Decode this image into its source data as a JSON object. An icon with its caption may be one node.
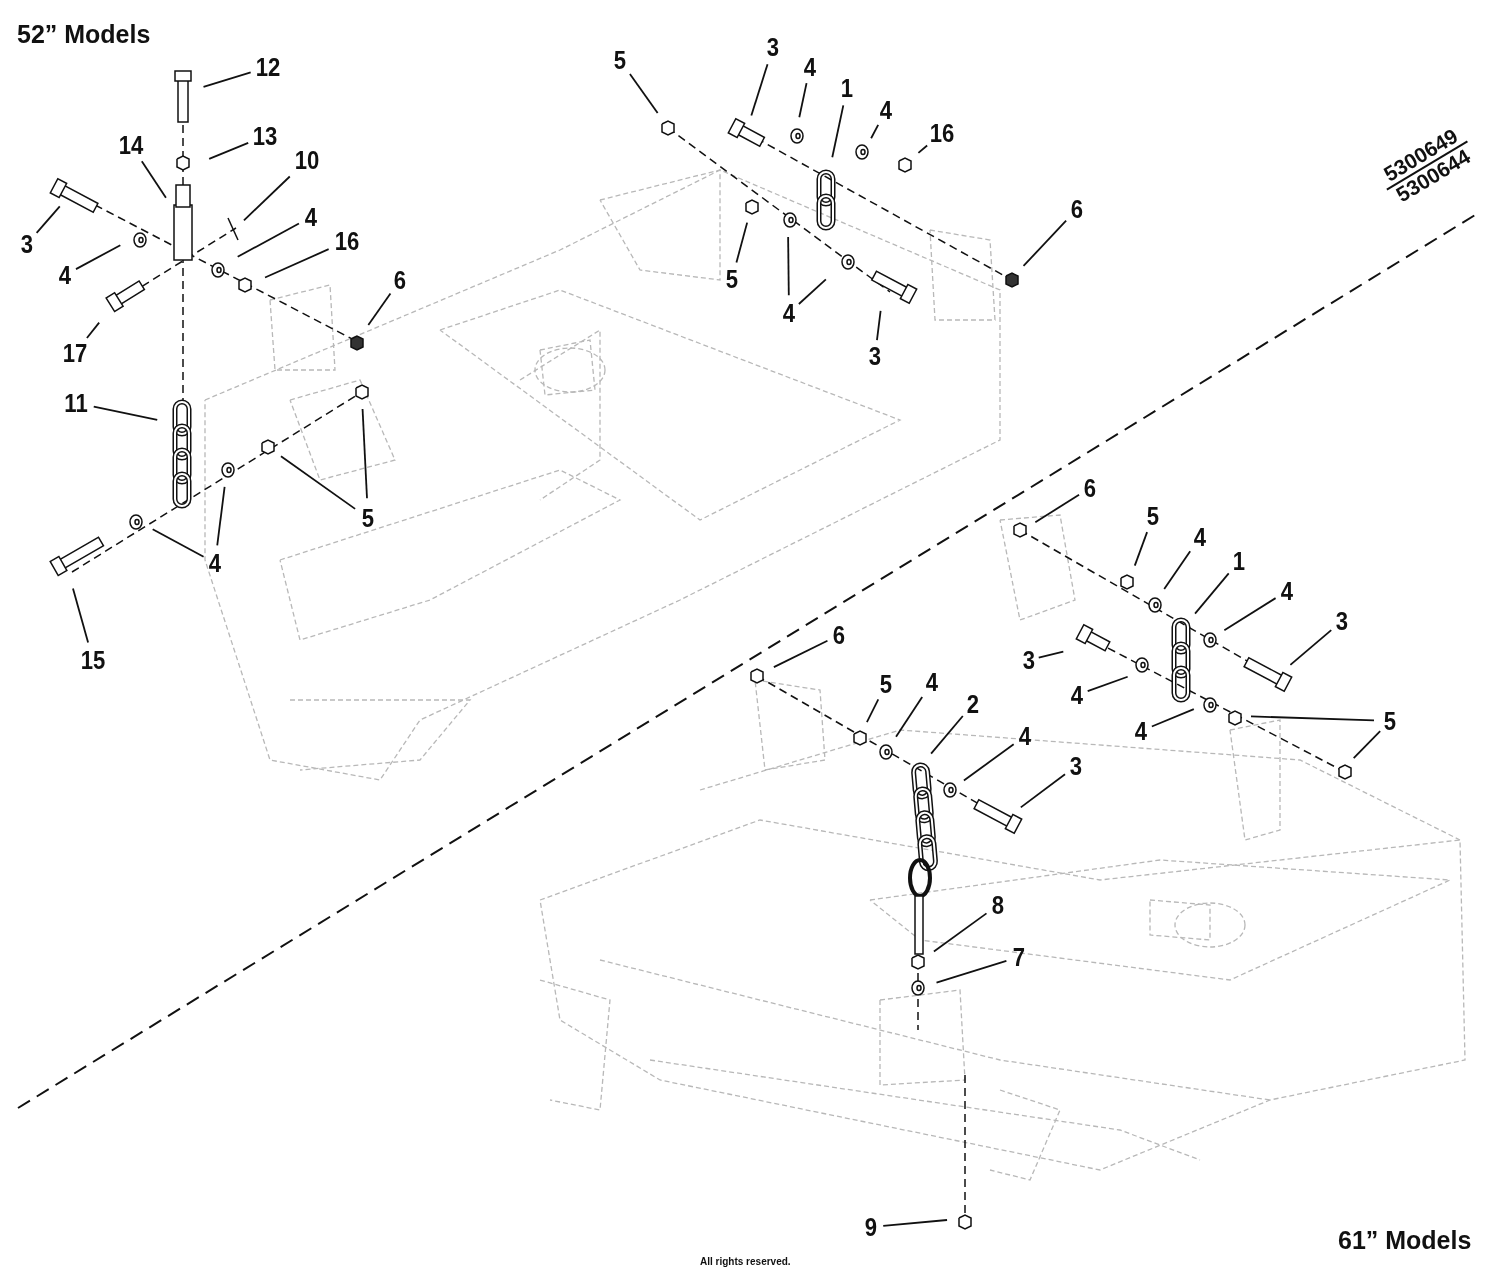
{
  "diagram": {
    "nodes": [
      {
        "text": [
          "12"
        ]
      },
      {
        "text": [
          "13"
        ]
      },
      {
        "text": [
          "14"
        ]
      },
      {
        "text": [
          "10"
        ]
      },
      {
        "text": [
          "3"
        ]
      },
      {
        "text": [
          "4"
        ]
      },
      {
        "text": [
          "4"
        ]
      },
      {
        "text": [
          "16"
        ]
      },
      {
        "text": [
          "6"
        ]
      },
      {
        "text": [
          "17"
        ]
      },
      {
        "text": [
          "11"
        ]
      },
      {
        "text": [
          "5"
        ]
      },
      {
        "text": [
          "4"
        ]
      },
      {
        "text": [
          "15"
        ]
      },
      {
        "text": [
          "5"
        ]
      },
      {
        "text": [
          "3"
        ]
      },
      {
        "text": [
          "4"
        ]
      },
      {
        "text": [
          "1"
        ]
      },
      {
        "text": [
          "4"
        ]
      },
      {
        "text": [
          "16"
        ]
      },
      {
        "text": [
          "6"
        ]
      },
      {
        "text": [
          "5"
        ]
      },
      {
        "text": [
          "4"
        ]
      },
      {
        "text": [
          "3"
        ]
      },
      {
        "text": [
          "6"
        ]
      },
      {
        "text": [
          "5"
        ]
      },
      {
        "text": [
          "4"
        ]
      },
      {
        "text": [
          "1"
        ]
      },
      {
        "text": [
          "4"
        ]
      },
      {
        "text": [
          "3"
        ]
      },
      {
        "text": [
          "3"
        ]
      },
      {
        "text": [
          "4"
        ]
      },
      {
        "text": [
          "4"
        ]
      },
      {
        "text": [
          "5"
        ]
      },
      {
        "text": [
          "6"
        ]
      },
      {
        "text": [
          "5"
        ]
      },
      {
        "text": [
          "4"
        ]
      },
      {
        "text": [
          "2"
        ]
      },
      {
        "text": [
          "4"
        ]
      },
      {
        "text": [
          "3"
        ]
      },
      {
        "text": [
          "8"
        ]
      },
      {
        "text": [
          "7"
        ]
      },
      {
        "text": [
          "9"
        ]
      }
    ],
    "edges": [
      {
        "from": 0,
        "to": null,
        "arrow": "none"
      },
      {
        "from": 1,
        "to": null,
        "arrow": "none"
      },
      {
        "from": 2,
        "to": null,
        "arrow": "none"
      },
      {
        "from": 3,
        "to": null,
        "arrow": "none"
      },
      {
        "from": 4,
        "to": null,
        "arrow": "none"
      },
      {
        "from": 5,
        "to": null,
        "arrow": "none"
      },
      {
        "from": 6,
        "to": null,
        "arrow": "none"
      },
      {
        "from": 7,
        "to": null,
        "arrow": "none"
      },
      {
        "from": 8,
        "to": null,
        "arrow": "none"
      },
      {
        "from": 9,
        "to": null,
        "arrow": "none"
      },
      {
        "from": 10,
        "to": null,
        "arrow": "none"
      },
      {
        "from": 11,
        "to": null,
        "arrow": "none"
      },
      {
        "from": 11,
        "to": null,
        "arrow": "none"
      },
      {
        "from": 12,
        "to": null,
        "arrow": "none"
      },
      {
        "from": 12,
        "to": null,
        "arrow": "none"
      },
      {
        "from": 13,
        "to": null,
        "arrow": "none"
      },
      {
        "from": 14,
        "to": null,
        "arrow": "none"
      },
      {
        "from": 15,
        "to": null,
        "arrow": "none"
      },
      {
        "from": 16,
        "to": null,
        "arrow": "none"
      },
      {
        "from": 17,
        "to": null,
        "arrow": "none"
      },
      {
        "from": 18,
        "to": null,
        "arrow": "none"
      },
      {
        "from": 19,
        "to": null,
        "arrow": "none"
      },
      {
        "from": 20,
        "to": null,
        "arrow": "none"
      },
      {
        "from": 21,
        "to": null,
        "arrow": "none"
      },
      {
        "from": 22,
        "to": null,
        "arrow": "none"
      },
      {
        "from": 22,
        "to": null,
        "arrow": "none"
      },
      {
        "from": 23,
        "to": null,
        "arrow": "none"
      },
      {
        "from": 24,
        "to": null,
        "arrow": "none"
      },
      {
        "from": 25,
        "to": null,
        "arrow": "none"
      },
      {
        "from": 26,
        "to": null,
        "arrow": "none"
      },
      {
        "from": 27,
        "to": null,
        "arrow": "none"
      },
      {
        "from": 28,
        "to": null,
        "arrow": "none"
      },
      {
        "from": 29,
        "to": null,
        "arrow": "none"
      },
      {
        "from": 30,
        "to": null,
        "arrow": "none"
      },
      {
        "from": 31,
        "to": null,
        "arrow": "none"
      },
      {
        "from": 32,
        "to": null,
        "arrow": "none"
      },
      {
        "from": 33,
        "to": null,
        "arrow": "none"
      },
      {
        "from": 33,
        "to": null,
        "arrow": "none"
      },
      {
        "from": 34,
        "to": null,
        "arrow": "none"
      },
      {
        "from": 35,
        "to": null,
        "arrow": "none"
      },
      {
        "from": 36,
        "to": null,
        "arrow": "none"
      },
      {
        "from": 37,
        "to": null,
        "arrow": "none"
      },
      {
        "from": 38,
        "to": null,
        "arrow": "none"
      },
      {
        "from": 39,
        "to": null,
        "arrow": "none"
      },
      {
        "from": 40,
        "to": null,
        "arrow": "none"
      },
      {
        "from": 41,
        "to": null,
        "arrow": "none"
      },
      {
        "from": 42,
        "to": null,
        "arrow": "none"
      }
    ],
    "labels": [
      "52” Models",
      "5300649",
      "5300644",
      "61” Models",
      "All rights reserved."
    ]
  }
}
